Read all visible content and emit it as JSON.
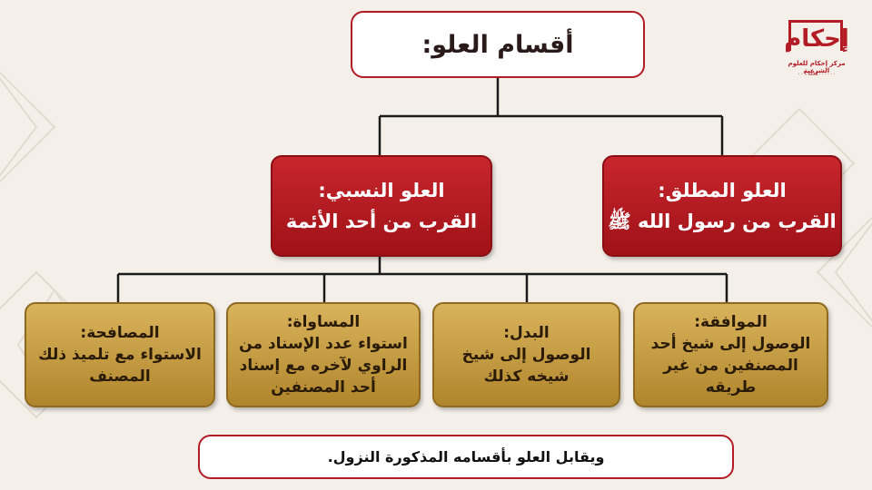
{
  "root": {
    "label": "أقسام العلو:"
  },
  "branches": [
    {
      "title": "العلو المطلق:",
      "desc": "القرب من رسول الله ﷺ"
    },
    {
      "title": "العلو النسبي:",
      "desc": "القرب من أحد الأئمة"
    }
  ],
  "types": [
    {
      "title": "الموافقة:",
      "desc": "الوصول إلى شيخ أحد المصنفين من غير طريقه"
    },
    {
      "title": "البدل:",
      "desc": "الوصول إلى شيخ شيخه كذلك"
    },
    {
      "title": "المساواة:",
      "desc": "استواء عدد الإسناد من الراوي لآخره مع إسناد أحد المصنفين"
    },
    {
      "title": "المصافحة:",
      "desc": "الاستواء مع تلميذ ذلك المصنف"
    }
  ],
  "footer": {
    "text": "ويقابل العلو بأقسامه المذكورة النزول."
  },
  "logo": {
    "word": "إحكام",
    "subtitle": "مركز إحكام للعلوم الشرعية",
    "number": "٠٠٩٦٥٥٥٠٠٠٠٠٠"
  },
  "colors": {
    "accent_red": "#b31b25",
    "box_red": "#c8262d",
    "box_gold": "#c9a04a",
    "background": "#f4efe9"
  }
}
